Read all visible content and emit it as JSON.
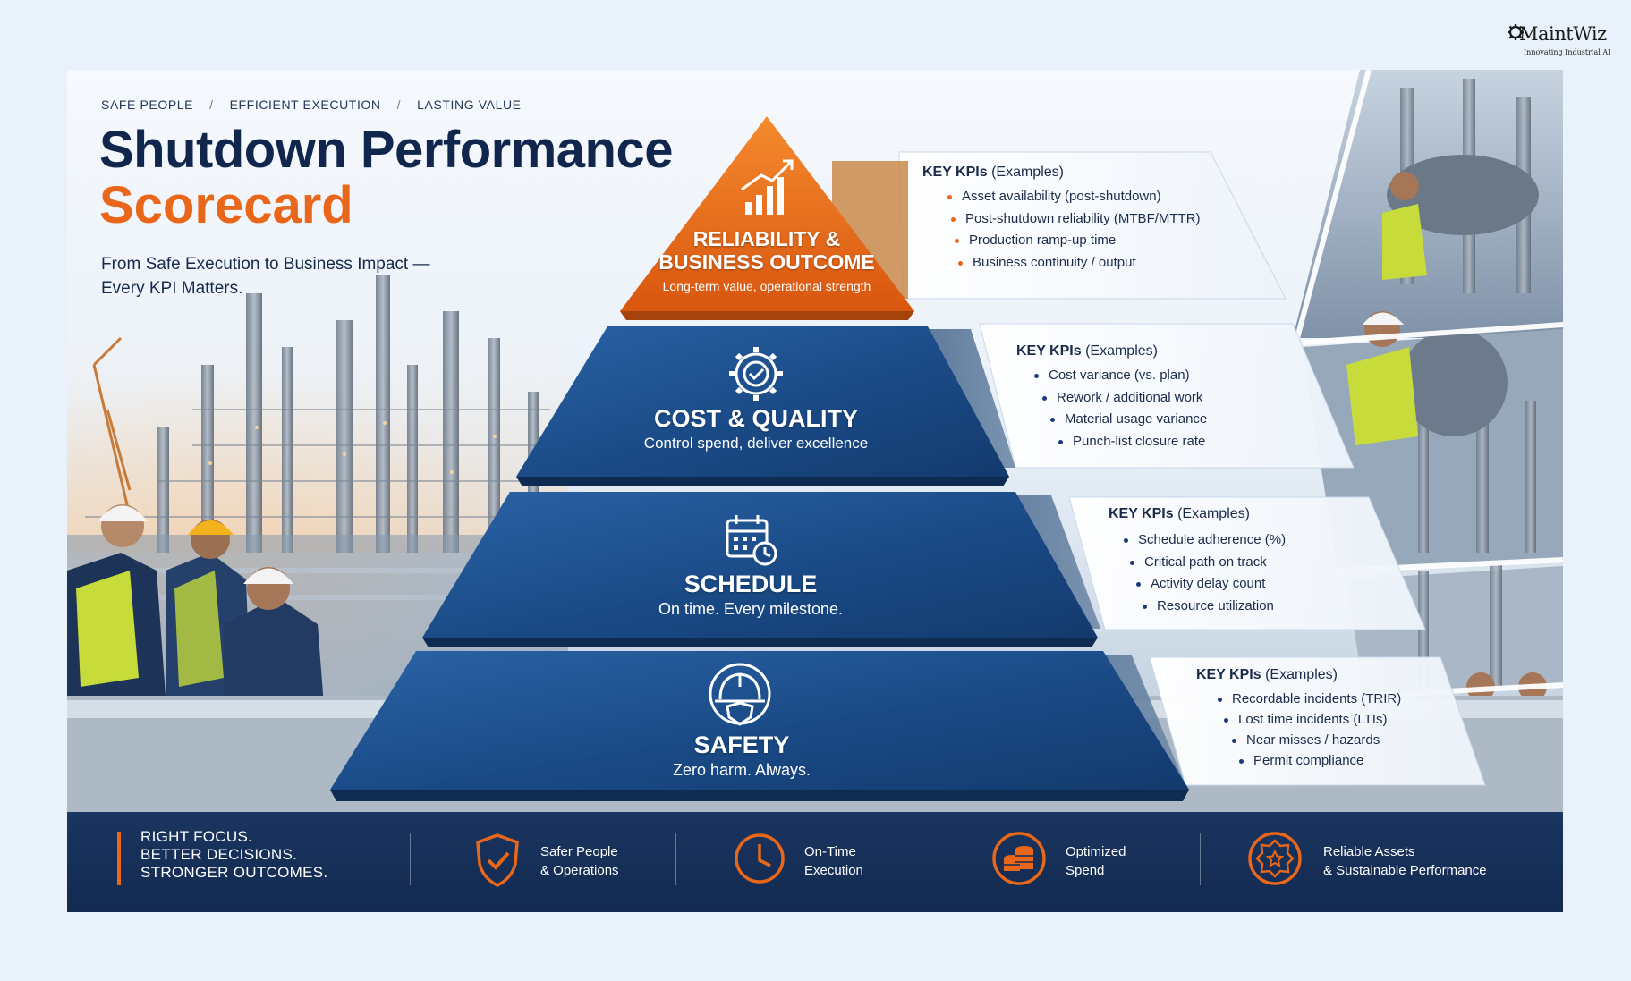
{
  "brand": {
    "name": "MaintWiz",
    "tagline": "Innovating Industrial AI"
  },
  "header": {
    "crumbs": [
      "SAFE PEOPLE",
      "EFFICIENT EXECUTION",
      "LASTING VALUE"
    ],
    "crumb_separator": "/",
    "title_line1": "Shutdown Performance",
    "title_line2": "Scorecard",
    "tagline_line1": "From Safe Execution to Business Impact —",
    "tagline_line2": "Every KPI Matters."
  },
  "colors": {
    "navy": "#10264d",
    "orange": "#e8671a",
    "tier_blue": "#1f4f8c",
    "footer": "#132a50"
  },
  "tiers": [
    {
      "id": "reliability",
      "title_line1": "RELIABILITY &",
      "title_line2": "BUSINESS OUTCOME",
      "subtitle": "Long-term value, operational strength",
      "icon": "growth-chart-icon",
      "kpi_heading": "KEY KPIs",
      "kpi_heading_note": "(Examples)",
      "kpis": [
        "Asset availability (post-shutdown)",
        "Post-shutdown reliability (MTBF/MTTR)",
        "Production ramp-up time",
        "Business continuity / output"
      ]
    },
    {
      "id": "cost",
      "title": "COST & QUALITY",
      "subtitle": "Control spend, deliver excellence",
      "icon": "gear-check-icon",
      "kpi_heading": "KEY KPIs",
      "kpi_heading_note": "(Examples)",
      "kpis": [
        "Cost variance (vs. plan)",
        "Rework / additional work",
        "Material usage variance",
        "Punch-list closure rate"
      ]
    },
    {
      "id": "schedule",
      "title": "SCHEDULE",
      "subtitle": "On time. Every milestone.",
      "icon": "calendar-clock-icon",
      "kpi_heading": "KEY KPIs",
      "kpi_heading_note": "(Examples)",
      "kpis": [
        "Schedule adherence (%)",
        "Critical path on track",
        "Activity delay count",
        "Resource utilization"
      ]
    },
    {
      "id": "safety",
      "title": "SAFETY",
      "subtitle": "Zero harm. Always.",
      "icon": "hard-hat-shield-icon",
      "kpi_heading": "KEY KPIs",
      "kpi_heading_note": "(Examples)",
      "kpis": [
        "Recordable incidents (TRIR)",
        "Lost time incidents (LTIs)",
        "Near misses / hazards",
        "Permit compliance"
      ]
    }
  ],
  "footer": {
    "focus": [
      "RIGHT FOCUS.",
      "BETTER DECISIONS.",
      "STRONGER OUTCOMES."
    ],
    "items": [
      {
        "icon": "shield-check-icon",
        "line1": "Safer People",
        "line2": "& Operations"
      },
      {
        "icon": "clock-icon",
        "line1": "On-Time",
        "line2": "Execution"
      },
      {
        "icon": "coins-icon",
        "line1": "Optimized",
        "line2": "Spend"
      },
      {
        "icon": "award-icon",
        "line1": "Reliable Assets",
        "line2": "& Sustainable Performance"
      }
    ]
  }
}
